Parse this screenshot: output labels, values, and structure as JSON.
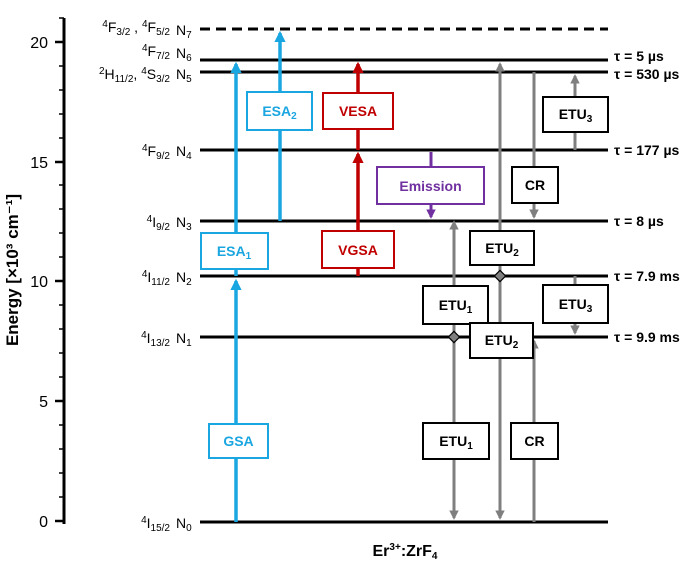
{
  "axis": {
    "ylabel": "Energy [×10³ cm⁻¹]",
    "ticks": [
      "0",
      "5",
      "10",
      "15",
      "20"
    ]
  },
  "material": {
    "prefix": "Er",
    "ion": "3+",
    "host": ":ZrF",
    "host_sub": "4"
  },
  "levels": [
    {
      "label": "N",
      "sub": "0",
      "term": "4I15/2",
      "lifetime": ""
    },
    {
      "label": "N",
      "sub": "1",
      "term": "4I13/2",
      "lifetime": "τ = 9.9 ms"
    },
    {
      "label": "N",
      "sub": "2",
      "term": "4I11/2",
      "lifetime": "τ = 7.9 ms"
    },
    {
      "label": "N",
      "sub": "3",
      "term": "4I9/2",
      "lifetime": "τ = 8 µs"
    },
    {
      "label": "N",
      "sub": "4",
      "term": "4F9/2",
      "lifetime": "τ = 177 µs"
    },
    {
      "label": "N",
      "sub": "5",
      "term": "2H11/2, 4S3/2",
      "lifetime": "τ = 530 µs"
    },
    {
      "label": "N",
      "sub": "6",
      "term": "4F7/2",
      "lifetime": "τ = 5 µs"
    },
    {
      "label": "N",
      "sub": "7",
      "term": "4F3/2 , 4F5/2",
      "lifetime": ""
    }
  ],
  "processes": {
    "gsa": {
      "main": "GSA",
      "sub": ""
    },
    "esa1": {
      "main": "ESA",
      "sub": "1"
    },
    "esa2": {
      "main": "ESA",
      "sub": "2"
    },
    "vesa": {
      "main": "VESA",
      "sub": ""
    },
    "vgsa": {
      "main": "VGSA",
      "sub": ""
    },
    "emission": {
      "main": "Emission",
      "sub": ""
    },
    "etu1_upper": {
      "main": "ETU",
      "sub": "1"
    },
    "etu1_lower": {
      "main": "ETU",
      "sub": "1"
    },
    "etu2_upper": {
      "main": "ETU",
      "sub": "2"
    },
    "etu2_lower": {
      "main": "ETU",
      "sub": "2"
    },
    "etu3_upper": {
      "main": "ETU",
      "sub": "3"
    },
    "etu3_lower": {
      "main": "ETU",
      "sub": "3"
    },
    "cr_upper": {
      "main": "CR",
      "sub": ""
    },
    "cr_lower": {
      "main": "CR",
      "sub": ""
    }
  },
  "colors": {
    "gsa_esa": "#1aa6e0",
    "vgsa_vesa": "#c00000",
    "emission": "#7030a0",
    "transfer": "#7f7f7f",
    "level": "#000000"
  }
}
